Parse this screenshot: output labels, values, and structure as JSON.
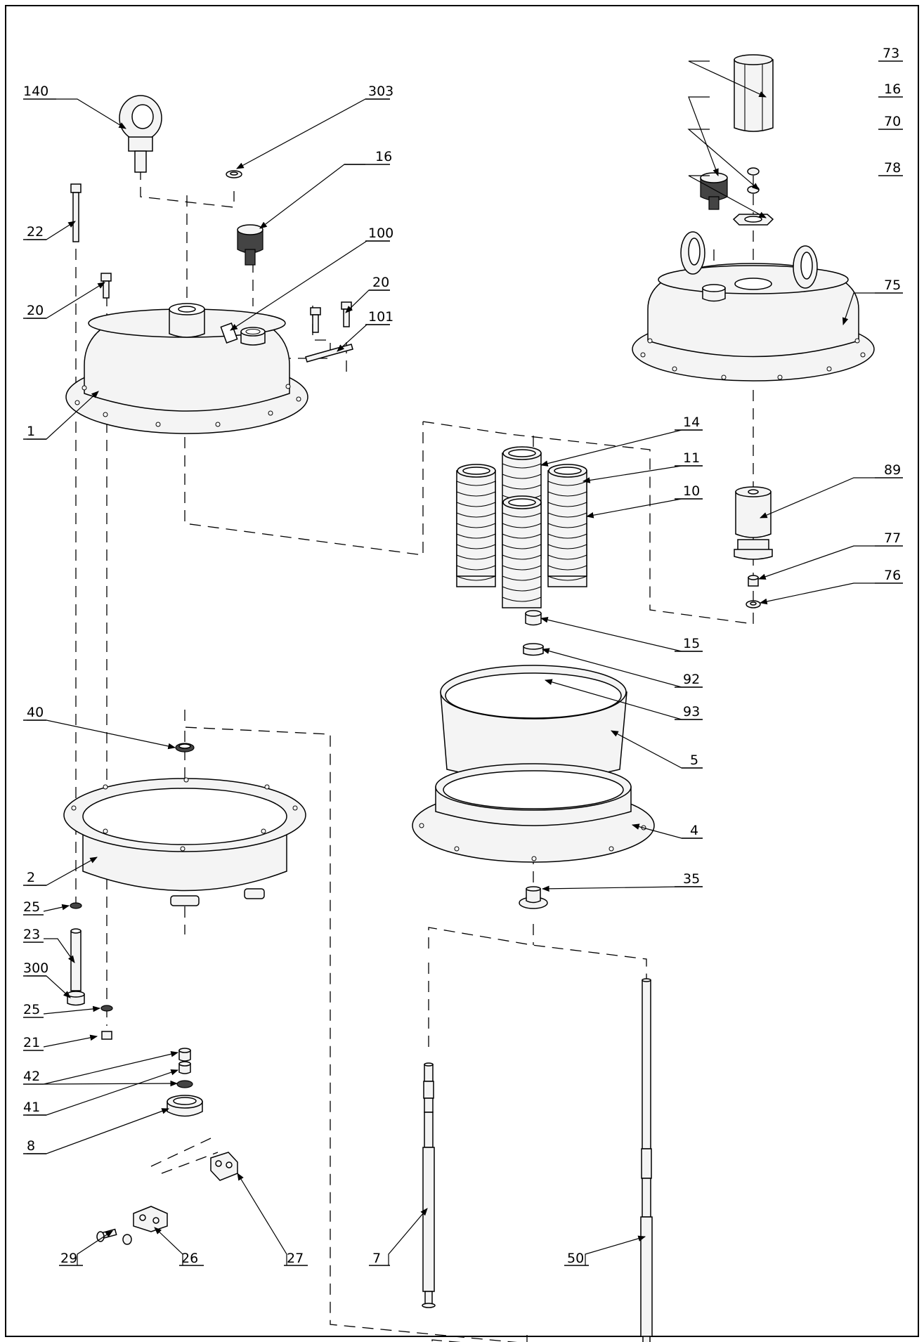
{
  "diagram": {
    "callouts": [
      {
        "id": "c140",
        "label": "140"
      },
      {
        "id": "c303",
        "label": "303"
      },
      {
        "id": "c16a",
        "label": "16"
      },
      {
        "id": "c22",
        "label": "22"
      },
      {
        "id": "c100",
        "label": "100"
      },
      {
        "id": "c20a",
        "label": "20"
      },
      {
        "id": "c20b",
        "label": "20"
      },
      {
        "id": "c101",
        "label": "101"
      },
      {
        "id": "c1",
        "label": "1"
      },
      {
        "id": "c73",
        "label": "73"
      },
      {
        "id": "c16b",
        "label": "16"
      },
      {
        "id": "c70",
        "label": "70"
      },
      {
        "id": "c78",
        "label": "78"
      },
      {
        "id": "c75",
        "label": "75"
      },
      {
        "id": "c14",
        "label": "14"
      },
      {
        "id": "c11",
        "label": "11"
      },
      {
        "id": "c10",
        "label": "10"
      },
      {
        "id": "c89",
        "label": "89"
      },
      {
        "id": "c77",
        "label": "77"
      },
      {
        "id": "c76",
        "label": "76"
      },
      {
        "id": "c15",
        "label": "15"
      },
      {
        "id": "c92",
        "label": "92"
      },
      {
        "id": "c93",
        "label": "93"
      },
      {
        "id": "c40",
        "label": "40"
      },
      {
        "id": "c5",
        "label": "5"
      },
      {
        "id": "c4",
        "label": "4"
      },
      {
        "id": "c2",
        "label": "2"
      },
      {
        "id": "c35",
        "label": "35"
      },
      {
        "id": "c25a",
        "label": "25"
      },
      {
        "id": "c23",
        "label": "23"
      },
      {
        "id": "c300",
        "label": "300"
      },
      {
        "id": "c25b",
        "label": "25"
      },
      {
        "id": "c21",
        "label": "21"
      },
      {
        "id": "c42",
        "label": "42"
      },
      {
        "id": "c41",
        "label": "41"
      },
      {
        "id": "c8",
        "label": "8"
      },
      {
        "id": "c29",
        "label": "29"
      },
      {
        "id": "c26",
        "label": "26"
      },
      {
        "id": "c27",
        "label": "27"
      },
      {
        "id": "c7",
        "label": "7"
      },
      {
        "id": "c50",
        "label": "50"
      }
    ]
  }
}
